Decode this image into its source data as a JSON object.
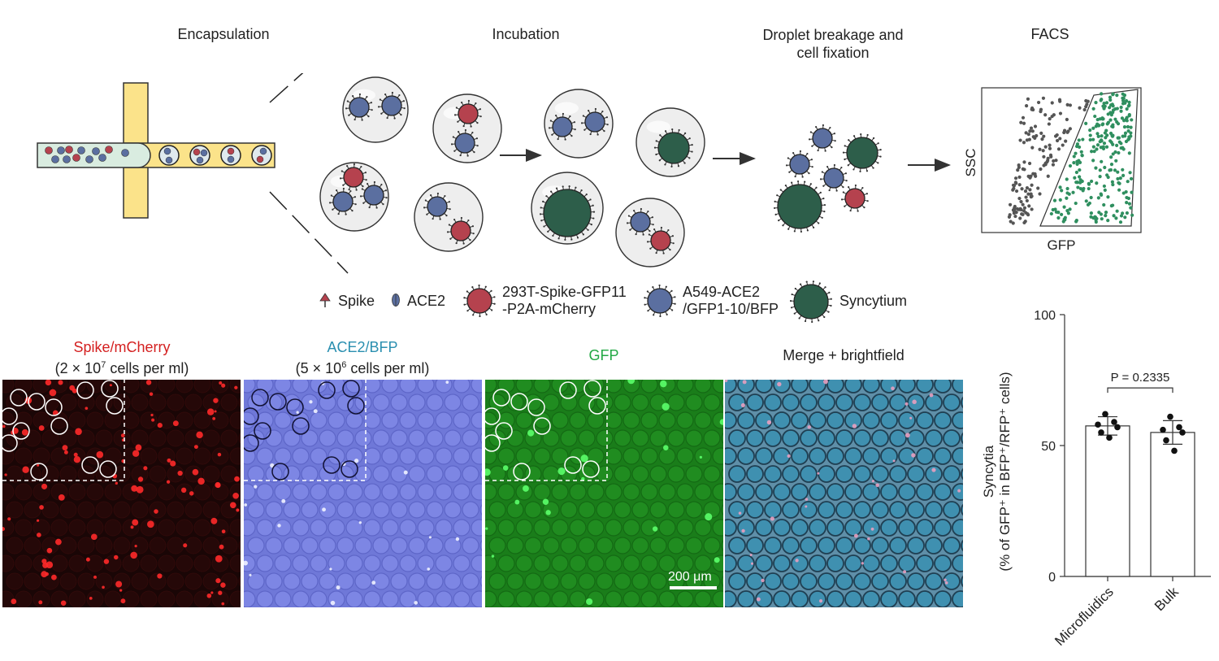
{
  "stages": {
    "encapsulation": "Encapsulation",
    "incubation": "Incubation",
    "breakage_line1": "Droplet breakage and",
    "breakage_line2": "cell fixation",
    "facs": "FACS"
  },
  "facs_plot": {
    "y_label": "SSC",
    "x_label": "GFP"
  },
  "legend": {
    "spike": "Spike",
    "ace2": "ACE2",
    "cell293_line1": "293T-Spike-GFP11",
    "cell293_line2": "-P2A-mCherry",
    "a549_line1": "A549-ACE2",
    "a549_line2": "/GFP1-10/BFP",
    "syncytium": "Syncytium"
  },
  "panels": {
    "spike_title": "Spike/mCherry",
    "spike_sub_a": "(2 × 10",
    "spike_sub_exp": "7",
    "spike_sub_b": " cells per ml)",
    "ace2_title": "ACE2/BFP",
    "ace2_sub_a": "(5 × 10",
    "ace2_sub_exp": "6",
    "ace2_sub_b": " cells per ml)",
    "gfp_title": "GFP",
    "merge_title": "Merge + brightfield",
    "scale_bar": "200 μm"
  },
  "colors": {
    "spike_title": "#d42020",
    "ace2_title": "#2a8fb0",
    "gfp_title": "#22a844",
    "red_cell": "#b5424e",
    "blue_cell": "#5b6fa0",
    "syncytium": "#2d5e4a",
    "channel": "#fbe38a",
    "facs_gray": "#555555",
    "facs_green": "#2f8f5f"
  },
  "chart_data": {
    "type": "bar",
    "categories": [
      "Microfluidics",
      "Bulk"
    ],
    "values": [
      57.5,
      55
    ],
    "errors": [
      3.5,
      4.5
    ],
    "points": [
      [
        62,
        59,
        58,
        57,
        55,
        53
      ],
      [
        61,
        57,
        56,
        55,
        52,
        48
      ]
    ],
    "ylim": [
      0,
      100
    ],
    "yticks": [
      "0",
      "50",
      "100"
    ],
    "ylabel_line1": "Syncytia",
    "ylabel_line2": "(% of GFP⁺ in BFP⁺/RFP⁺ cells)",
    "annotation": "P = 0.2335"
  }
}
